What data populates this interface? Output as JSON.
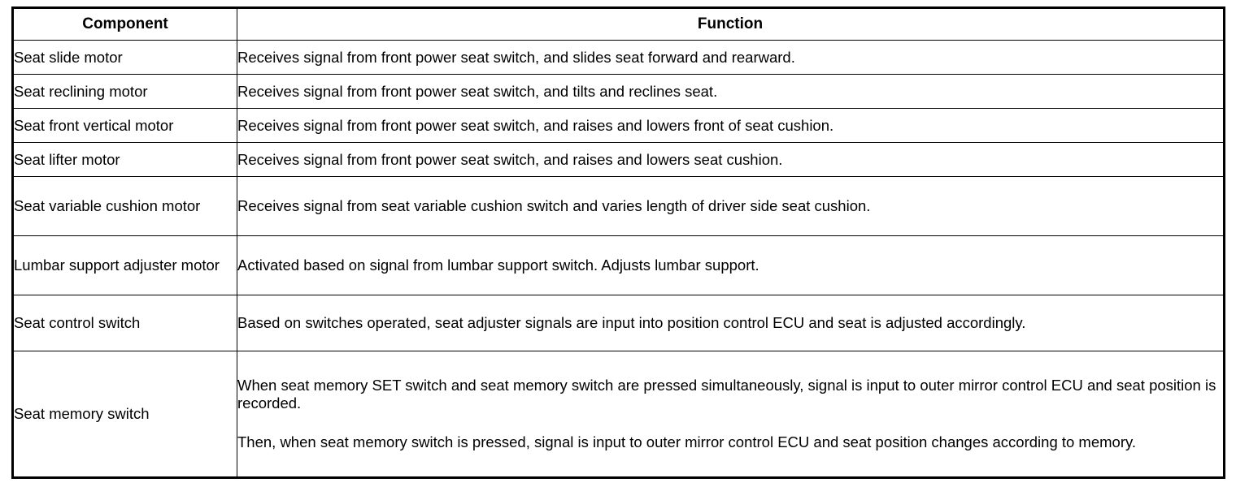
{
  "table": {
    "headers": {
      "component": "Component",
      "function": "Function"
    },
    "rows": [
      {
        "component": "Seat slide motor",
        "function": "Receives signal from front power seat switch, and slides seat forward and rearward."
      },
      {
        "component": "Seat reclining motor",
        "function": "Receives signal from front power seat switch, and tilts and reclines seat."
      },
      {
        "component": "Seat front vertical motor",
        "function": "Receives signal from front power seat switch, and raises and lowers front of seat cushion."
      },
      {
        "component": "Seat lifter motor",
        "function": "Receives signal from front power seat switch, and raises and lowers seat cushion."
      },
      {
        "component": "Seat variable cushion motor",
        "function": "Receives signal from seat variable cushion switch and varies length of driver side seat cushion."
      },
      {
        "component": "Lumbar support adjuster motor",
        "function": "Activated based on signal from lumbar support switch. Adjusts lumbar support."
      },
      {
        "component": "Seat control switch",
        "function": "Based on switches operated, seat adjuster signals are input into position control ECU and seat is adjusted accordingly."
      },
      {
        "component": "Seat memory switch",
        "function_paragraph_1": "When seat memory SET switch and seat memory switch are pressed simultaneously, signal is input to outer mirror control ECU and seat position is recorded.",
        "function_paragraph_2": "Then, when seat memory switch is pressed, signal is input to outer mirror control ECU and seat position changes according to memory."
      }
    ]
  },
  "colors": {
    "border": "#000000",
    "background": "#ffffff",
    "text": "#000000"
  }
}
